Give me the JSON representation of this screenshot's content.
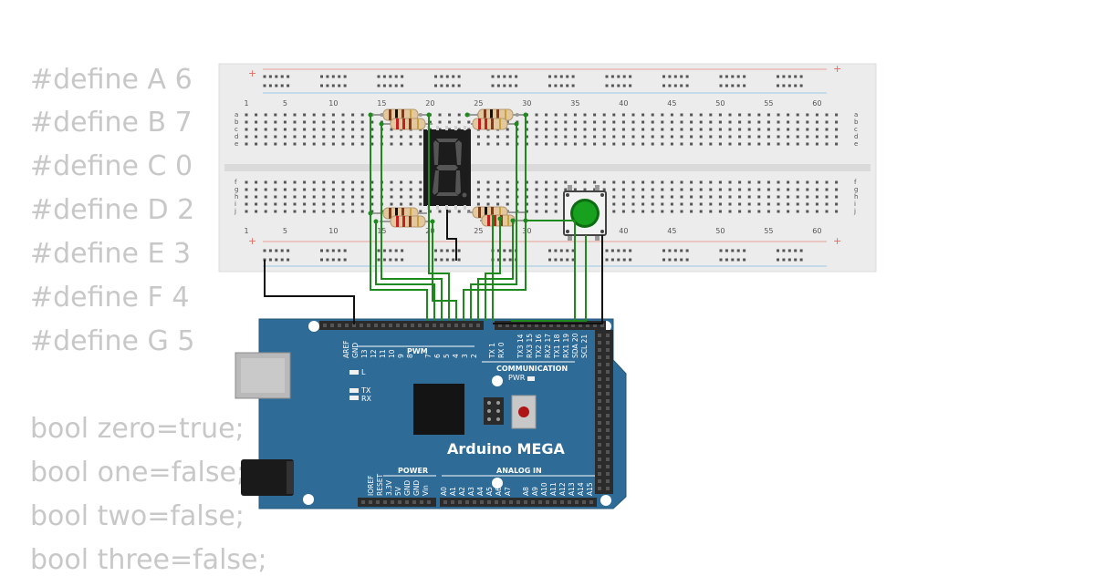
{
  "code_lines": [
    "#define A 6",
    "#define B 7",
    "#define C 0",
    "#define D 2",
    "#define E 3",
    "#define F 4",
    "#define G 5",
    "",
    "bool zero=true;",
    "bool one=false;",
    "bool two=false;",
    "bool three=false;"
  ],
  "breadboard": {
    "col_numbers": [
      "1",
      "5",
      "10",
      "15",
      "20",
      "25",
      "30",
      "35",
      "40",
      "45",
      "50",
      "55",
      "60"
    ],
    "row_letters_top": [
      "a",
      "b",
      "c",
      "d",
      "e"
    ],
    "row_letters_bottom": [
      "f",
      "g",
      "h",
      "i",
      "j"
    ],
    "rail_plus": "+",
    "rail_minus": "-"
  },
  "arduino": {
    "name": "Arduino MEGA",
    "pwm_label": "PWM",
    "comm_label": "COMMUNICATION",
    "power_label": "POWER",
    "analog_label": "ANALOG IN",
    "pwr_led_label": "PWR",
    "led_l_label": "L",
    "led_tx_label": "TX",
    "led_rx_label": "RX",
    "top_pins": [
      "AREF",
      "GND",
      "13",
      "12",
      "11",
      "10",
      "9",
      "8",
      "7",
      "6",
      "5",
      "4",
      "3",
      "2",
      "TX 1",
      "RX 0",
      "TX3 14",
      "RX3 15",
      "TX2 16",
      "RX2 17",
      "TX1 18",
      "RX1 19",
      "SDA 20",
      "SCL 21"
    ],
    "power_pins": [
      "IOREF",
      "RESET",
      "3.3V",
      "5V",
      "GND",
      "GND",
      "Vin"
    ],
    "analog_pins": [
      "A0",
      "A1",
      "A2",
      "A3",
      "A4",
      "A5",
      "A6",
      "A7",
      "A8",
      "A9",
      "A10",
      "A11",
      "A12",
      "A13",
      "A14",
      "A15"
    ]
  },
  "colors": {
    "board_blue": "#2e6b96",
    "wire_green": "#1e8a1e",
    "wire_black": "#111111",
    "breadboard": "#ececec",
    "code_text": "#c8c8c8"
  }
}
